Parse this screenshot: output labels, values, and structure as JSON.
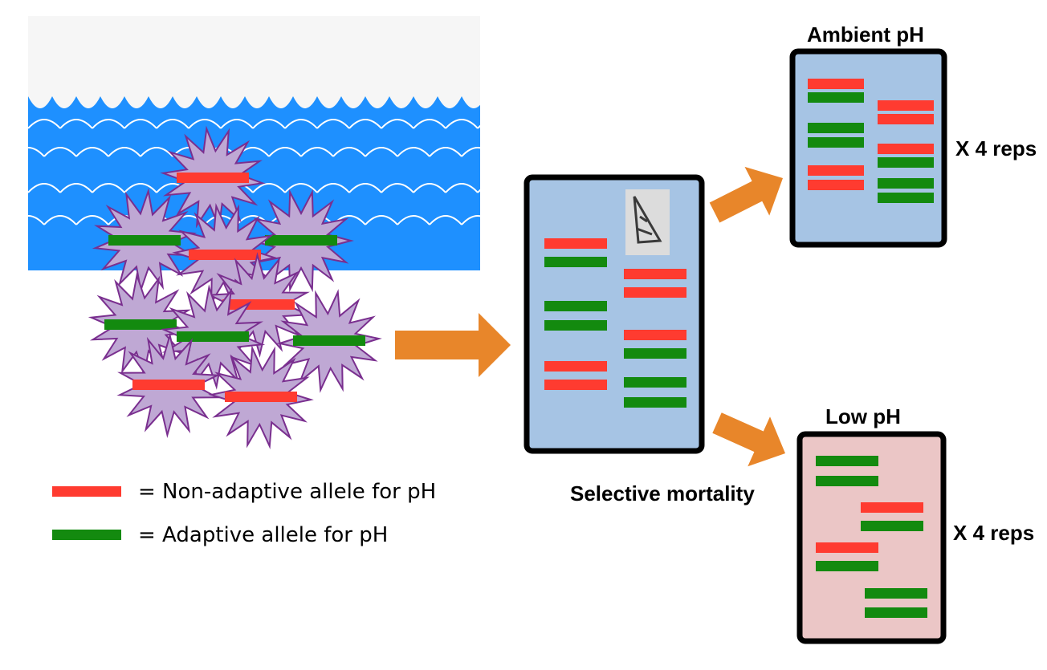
{
  "colors": {
    "non_adaptive": "#ff3b30",
    "adaptive": "#138a0f",
    "water": "#1e90ff",
    "sky": "#f6f6f6",
    "cell_fill": "#bfa8d4",
    "cell_stroke": "#7a2f8f",
    "arrow": "#e8862a",
    "ambient_fill": "#a6c4e4",
    "low_fill": "#ebc6c6",
    "box_border": "#000000"
  },
  "labels": {
    "ambient_title": "Ambient pH",
    "low_title": "Low pH",
    "ambient_reps": "X 4 reps",
    "low_reps": "X 4 reps",
    "selective": "Selective mortality",
    "legend_non_adaptive": "= Non-adaptive allele for pH",
    "legend_adaptive": "= Adaptive allele for pH"
  },
  "icons": {
    "diatom": "diatom-micrograph-icon",
    "cell": "spiky-cell-icon",
    "arrow": "right-arrow-icon"
  }
}
